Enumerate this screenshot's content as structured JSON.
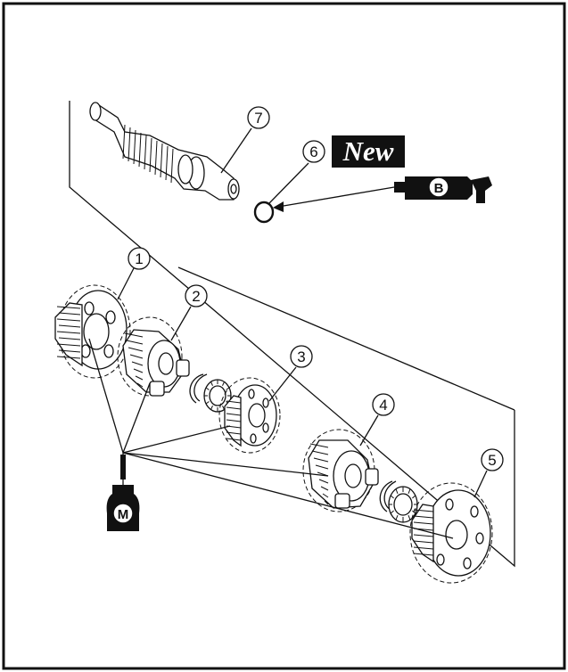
{
  "callouts": [
    {
      "id": "part-1",
      "number": "1"
    },
    {
      "id": "part-2",
      "number": "2"
    },
    {
      "id": "part-3",
      "number": "3"
    },
    {
      "id": "part-4",
      "number": "4"
    },
    {
      "id": "part-5",
      "number": "5"
    },
    {
      "id": "part-6",
      "number": "6"
    },
    {
      "id": "part-7",
      "number": "7"
    }
  ],
  "new_badge": {
    "label": "New"
  },
  "grease_gun": {
    "letter": "B",
    "icon": "grease-gun-icon"
  },
  "oil_bottle": {
    "letter": "M",
    "icon": "oil-bottle-icon"
  },
  "colors": {
    "ink": "#111111",
    "paper": "#ffffff"
  }
}
